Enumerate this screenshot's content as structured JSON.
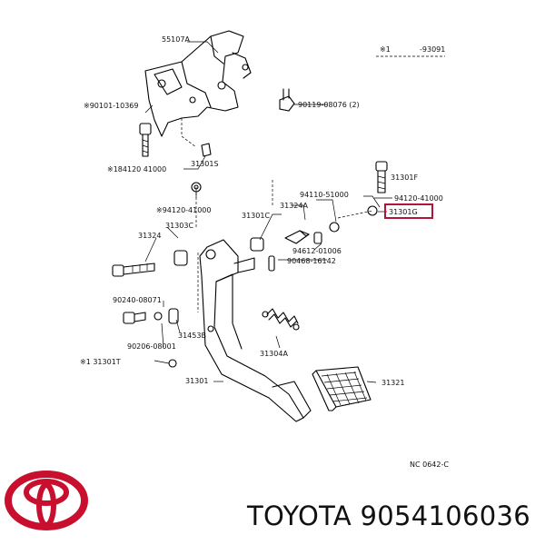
{
  "labels": {
    "l55107a": "55107A",
    "lstar": "※1",
    "l93091": "-93091",
    "l90101": "※90101-10369",
    "l90119": "90119-08076 (2)",
    "l13016": "※184120 41000",
    "l31301s": "31301S",
    "l31301f": "31301F",
    "l94110": "94110-51000",
    "l94120b": "94120-41000",
    "l31301g": "31301G",
    "l94120a": "※94120-41000",
    "l31301c": "31301C",
    "l31324a": "31324A",
    "l31303c": "31303C",
    "l31324": "31324",
    "l94612": "94612-01006",
    "l90468": "90468-16142",
    "l90240": "90240-08071",
    "l31453b": "31453B",
    "l31304a": "31304A",
    "l90206": "90206-08001",
    "l31301t": "※1 31301T",
    "l31301": "31301",
    "l31321": "31321"
  },
  "reference": "NC 0642-C",
  "caption": "TOYOTA 9054106036",
  "colors": {
    "highlight": "#b0153a",
    "logo": "#c8102e"
  },
  "logo": "toyota-emblem"
}
